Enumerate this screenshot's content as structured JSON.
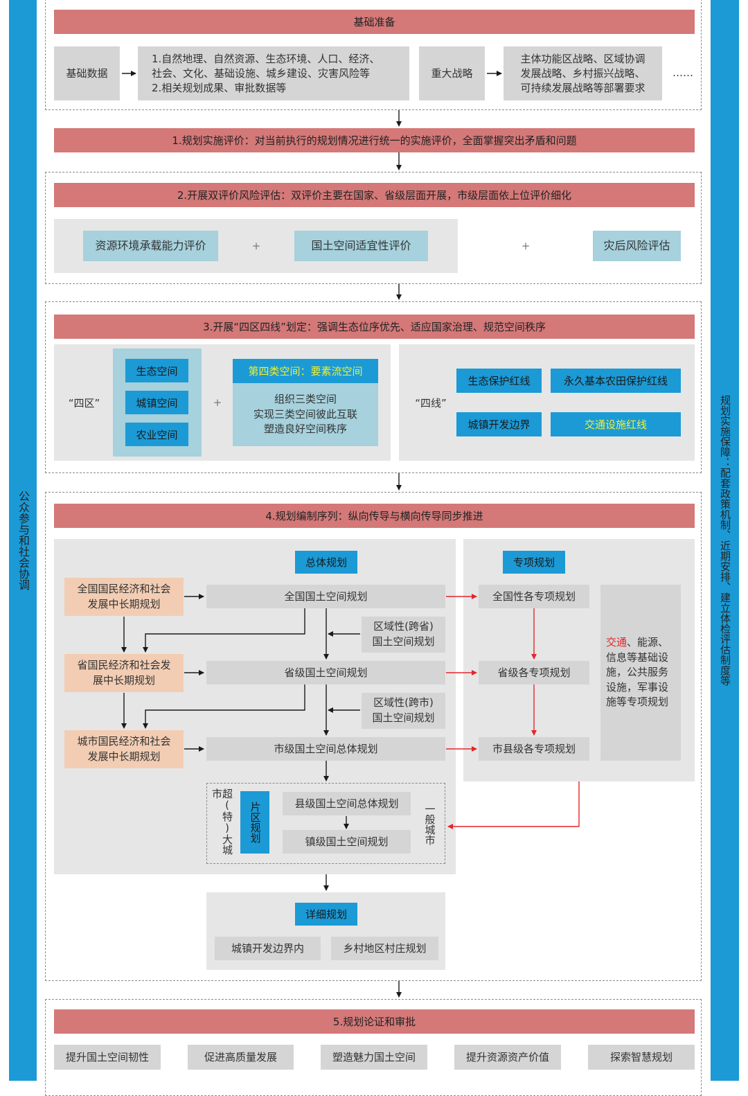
{
  "side_left": "公众参与和社会协调",
  "side_right": "规划实施保障：配套政策机制、近期安排、建立体检评估制度等",
  "prep": {
    "title": "基础准备",
    "basic_data": "基础数据",
    "data_lines": [
      "1.自然地理、自然资源、生态环境、人口、经济、",
      "社会、文化、基础设施、城乡建设、灾害风险等",
      "2.相关规划成果、审批数据等"
    ],
    "strategy": "重大战略",
    "strategy_lines": [
      "主体功能区战略、区域协调",
      "发展战略、乡村振兴战略、",
      "可持续发展战略等部署要求"
    ],
    "ellipsis": "……"
  },
  "step1": "1.规划实施评价：对当前执行的规划情况进行统一的实施评价，全面掌握突出矛盾和问题",
  "step2": {
    "title": "2.开展双评价风险评估：双评价主要在国家、省级层面开展，市级层面依上位评价细化",
    "eval1": "资源环境承载能力评价",
    "plus1": "+",
    "eval2": "国土空间适宜性评价",
    "plus2": "+",
    "eval3": "灾后风险评估"
  },
  "step3": {
    "title": "3.开展“四区四线”划定：强调生态位序优先、适应国家治理、规范空间秩序",
    "sique_label": "“四区”",
    "zones": [
      "生态空间",
      "城镇空间",
      "农业空间"
    ],
    "plus": "+",
    "fourth_title": "第四类空间：要素流空间",
    "fourth_lines": [
      "组织三类空间",
      "实现三类空间彼此互联",
      "塑造良好空间秩序"
    ],
    "sixian_label": "“四线”",
    "lines": [
      "生态保护红线",
      "永久基本农田保护红线",
      "城镇开发边界",
      "交通设施红线"
    ]
  },
  "step4": {
    "title": "4.规划编制序列：纵向传导与横向传导同步推进",
    "overall": "总体规划",
    "special": "专项规划",
    "econ": [
      [
        "全国国民经济和社会",
        "发展中长期规划"
      ],
      [
        "省国民经济和社会发",
        "展中长期规划"
      ],
      [
        "城市国民经济和社会",
        "发展中长期规划"
      ]
    ],
    "spatial": [
      "全国国土空间规划",
      "省级国土空间规划",
      "市级国土空间总体规划"
    ],
    "regional": [
      [
        "区域性(跨省)",
        "国土空间规划"
      ],
      [
        "区域性(跨市)",
        "国土空间规划"
      ]
    ],
    "special_items": [
      "全国性各专项规划",
      "省级各专项规划",
      "市县级各专项规划"
    ],
    "special_note_red": "交通",
    "special_note_rest": "、能源、信息等基础设施，公共服务设施，军事设施等专项规划",
    "big_city": "超(特)大城市",
    "district": "片区规划",
    "county": "县级国土空间总体规划",
    "town": "镇级国土空间规划",
    "normal_city": "一般城市",
    "detail": "详细规划",
    "detail_items": [
      "城镇开发边界内",
      "乡村地区村庄规划"
    ]
  },
  "step5": {
    "title": "5.规划论证和审批",
    "goals": [
      "提升国土空间韧性",
      "促进高质量发展",
      "塑造魅力国土空间",
      "提升资源资产价值",
      "探索智慧规划"
    ]
  }
}
